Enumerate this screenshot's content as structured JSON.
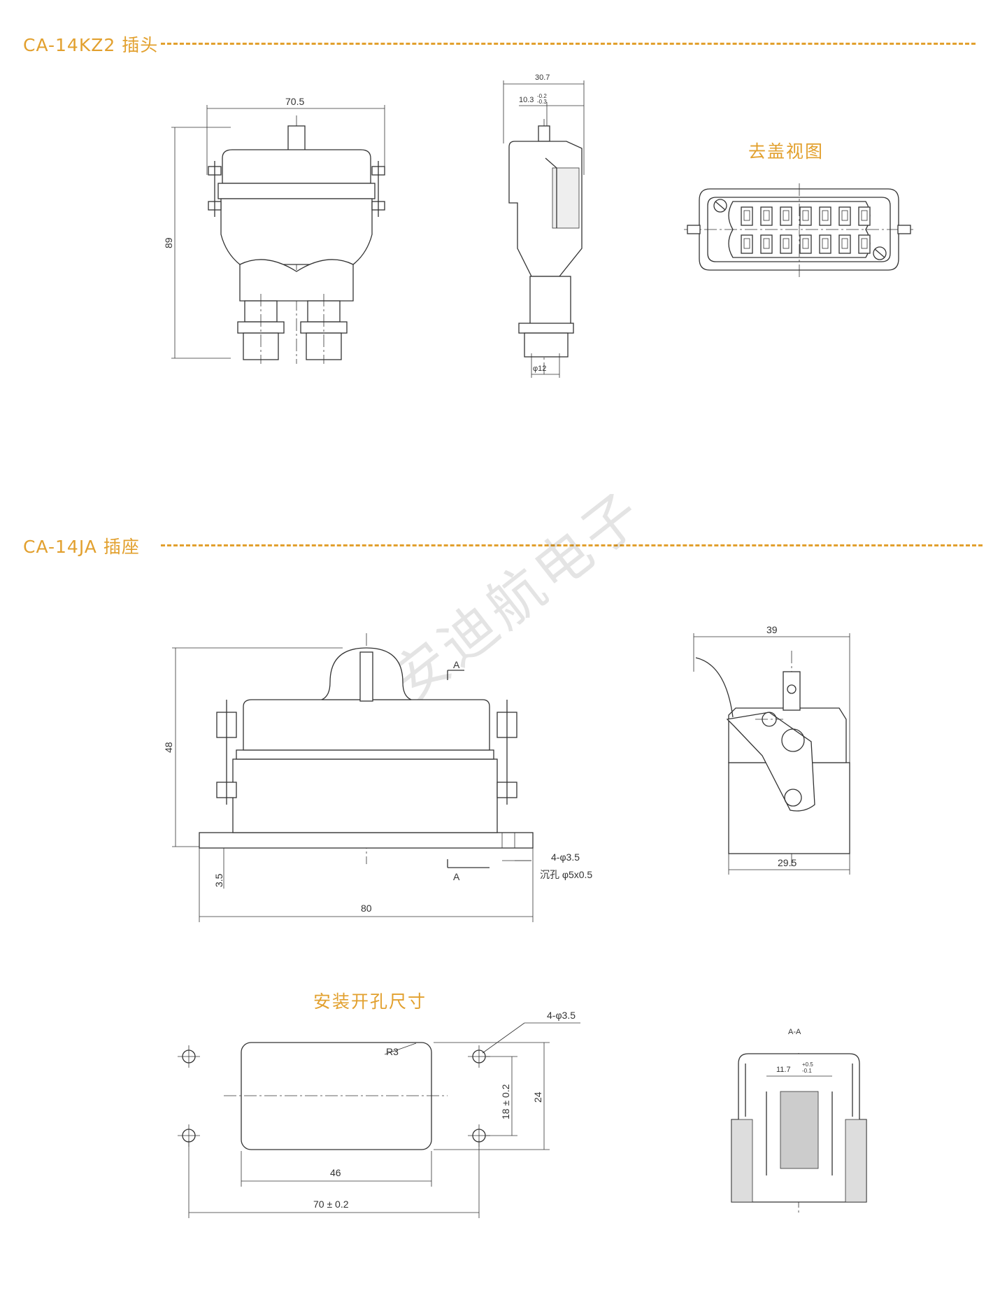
{
  "sections": {
    "plug_title": "CA-14KZ2 插头",
    "socket_title": "CA-14JA 插座"
  },
  "views": {
    "uncovered_view": "去盖视图",
    "mounting_cutout": "安装开孔尺寸",
    "section_aa": "A-A"
  },
  "watermark": "西安迪航电子",
  "accent_color": "#E2A02E",
  "plug_dims": {
    "width": "70.5",
    "height": "89",
    "side_width": "30.7",
    "side_inner": "10.3",
    "side_inner_tol_upper": "-0.2",
    "side_inner_tol_lower": "-0.3",
    "cable_dia": "φ12"
  },
  "socket_dims": {
    "height": "48",
    "flange": "3.5",
    "width": "80",
    "holes": "4-φ3.5",
    "counterbore": "沉孔 φ5x0.5",
    "section_mark": "A",
    "side_width": "39",
    "side_base": "29.5"
  },
  "cutout_dims": {
    "holes": "4-φ3.5",
    "radius": "R3",
    "hole_pitch_v": "18 ± 0.2",
    "height": "24",
    "width": "46",
    "hole_pitch_h": "70 ± 0.2"
  },
  "section_dims": {
    "inner": "11.7",
    "tol_upper": "+0.5",
    "tol_lower": "-0.1"
  },
  "pins": {
    "rows": 2,
    "per_row": 7
  }
}
